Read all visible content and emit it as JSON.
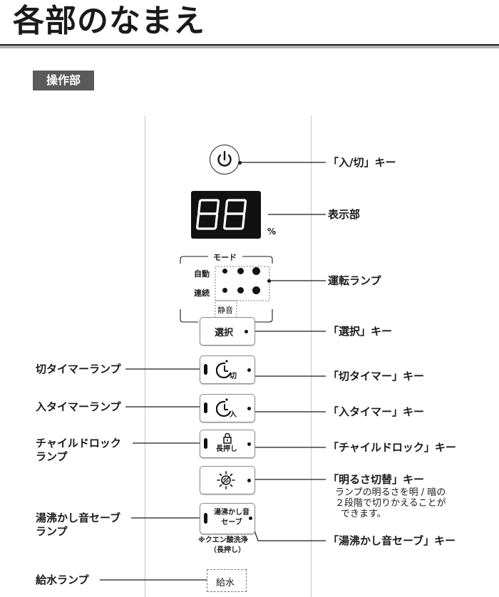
{
  "title": "各部のなまえ",
  "section": "操作部",
  "display": {
    "digits": "88",
    "unit": "%"
  },
  "mode": {
    "header": "モード",
    "row1": "自動",
    "row2": "連続",
    "quiet": "静音"
  },
  "keys": {
    "select": "選択",
    "kettle_line1": "湯沸かし音",
    "kettle_line2": "セーブ",
    "water": "給水",
    "lock_sub": "長押し"
  },
  "citric": {
    "line1": "※クエン酸洗浄",
    "line2": "（長押し）"
  },
  "right_labels": {
    "power": "「入/切」キー",
    "display": "表示部",
    "run_lamp": "運転ランプ",
    "select": "「選択」キー",
    "off_timer": "「切タイマー」キー",
    "on_timer": "「入タイマー」キー",
    "child_lock": "「チャイルドロック」キー",
    "brightness": "「明るさ切替」キー",
    "brightness_note_1": "ランプの明るさを明 / 暗の",
    "brightness_note_2": "２段階で切りかえることが",
    "brightness_note_3": "できます。",
    "kettle": "「湯沸かし音セーブ」キー"
  },
  "left_labels": {
    "off_timer_lamp": "切タイマーランプ",
    "on_timer_lamp": "入タイマーランプ",
    "child_lock_lamp_1": "チャイルドロック",
    "child_lock_lamp_2": "ランプ",
    "kettle_lamp_1": "湯沸かし音セーブ",
    "kettle_lamp_2": "ランプ",
    "water_lamp": "給水ランプ"
  },
  "icons": {
    "power": "power-icon",
    "off_timer": "off-timer-icon",
    "on_timer": "on-timer-icon",
    "lock": "lock-icon",
    "brightness": "brightness-icon"
  },
  "colors": {
    "display_bg": "#111111",
    "section_bg": "#5a5a5a"
  }
}
